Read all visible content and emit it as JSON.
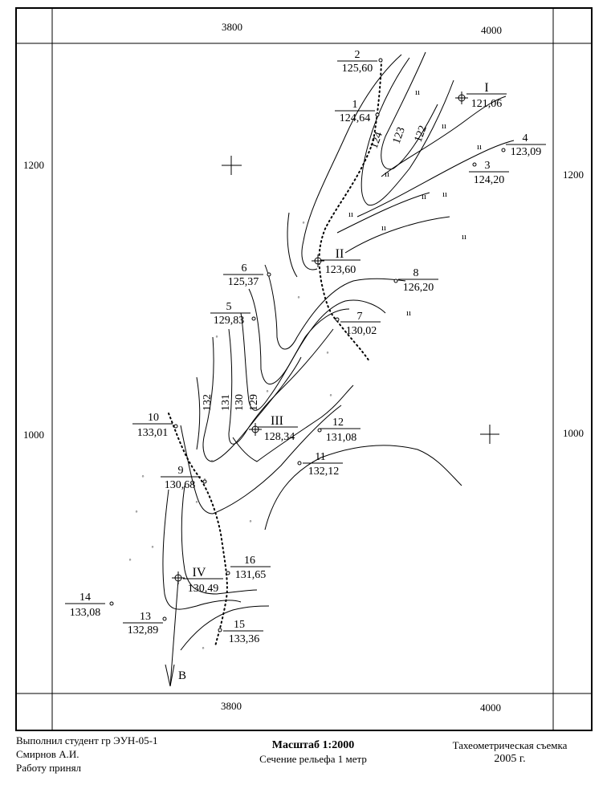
{
  "axes": {
    "x_labels": [
      "3800",
      "4000"
    ],
    "y_labels": [
      "1200",
      "1000"
    ]
  },
  "points": [
    {
      "name": "2",
      "elev": "125,60"
    },
    {
      "name": "1",
      "elev": "124,64"
    },
    {
      "name": "I",
      "elev": "121,06"
    },
    {
      "name": "4",
      "elev": "123,09"
    },
    {
      "name": "3",
      "elev": "124,20"
    },
    {
      "name": "II",
      "elev": "123,60"
    },
    {
      "name": "6",
      "elev": "125,37"
    },
    {
      "name": "8",
      "elev": "126,20"
    },
    {
      "name": "5",
      "elev": "129,83"
    },
    {
      "name": "7",
      "elev": "130,02"
    },
    {
      "name": "10",
      "elev": "133,01"
    },
    {
      "name": "III",
      "elev": "128,34"
    },
    {
      "name": "12",
      "elev": "131,08"
    },
    {
      "name": "11",
      "elev": "132,12"
    },
    {
      "name": "9",
      "elev": "130,68"
    },
    {
      "name": "16",
      "elev": "131,65"
    },
    {
      "name": "IV",
      "elev": "130,49"
    },
    {
      "name": "14",
      "elev": "133,08"
    },
    {
      "name": "13",
      "elev": "132,89"
    },
    {
      "name": "15",
      "elev": "133,36"
    }
  ],
  "contour_labels": [
    "124",
    "123",
    "122",
    "132",
    "131",
    "130",
    "129"
  ],
  "north_label": "B",
  "footer": {
    "student": "Выполнил студент  гр ЭУН-05-1",
    "name": "Смирнов А.И.",
    "accepted": "Работу принял",
    "scale": "Масштаб 1:2000",
    "relief": "Сечение рельефа 1 метр",
    "survey": "Тахеометрическая  съемка",
    "year": "2005 г."
  }
}
